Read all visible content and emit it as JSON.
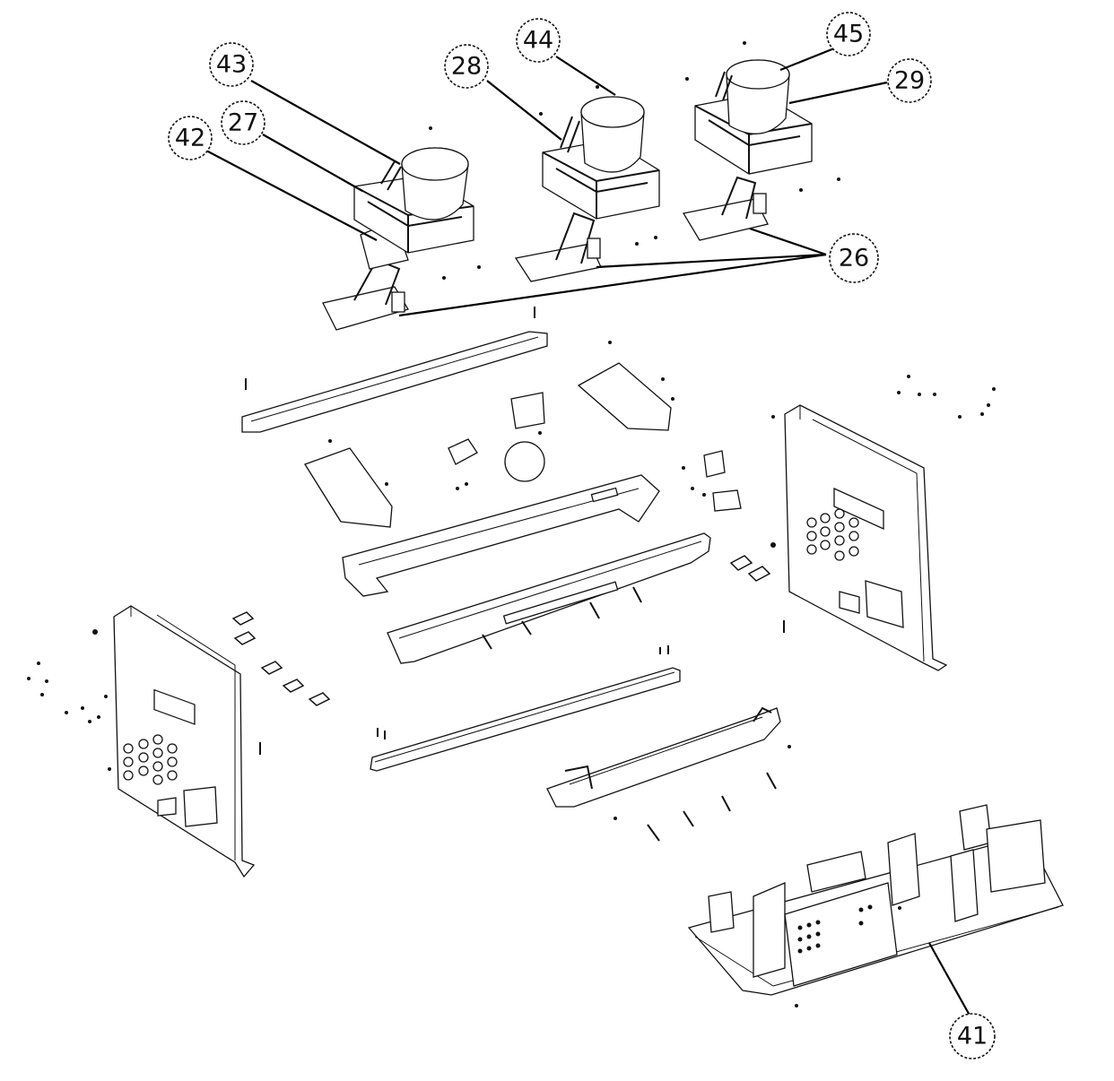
{
  "diagram": {
    "callouts": [
      {
        "id": "c43",
        "label": "43"
      },
      {
        "id": "c27",
        "label": "27"
      },
      {
        "id": "c42",
        "label": "42"
      },
      {
        "id": "c28",
        "label": "28"
      },
      {
        "id": "c44",
        "label": "44"
      },
      {
        "id": "c45",
        "label": "45"
      },
      {
        "id": "c29",
        "label": "29"
      },
      {
        "id": "c26",
        "label": "26"
      },
      {
        "id": "c41",
        "label": "41"
      }
    ]
  }
}
